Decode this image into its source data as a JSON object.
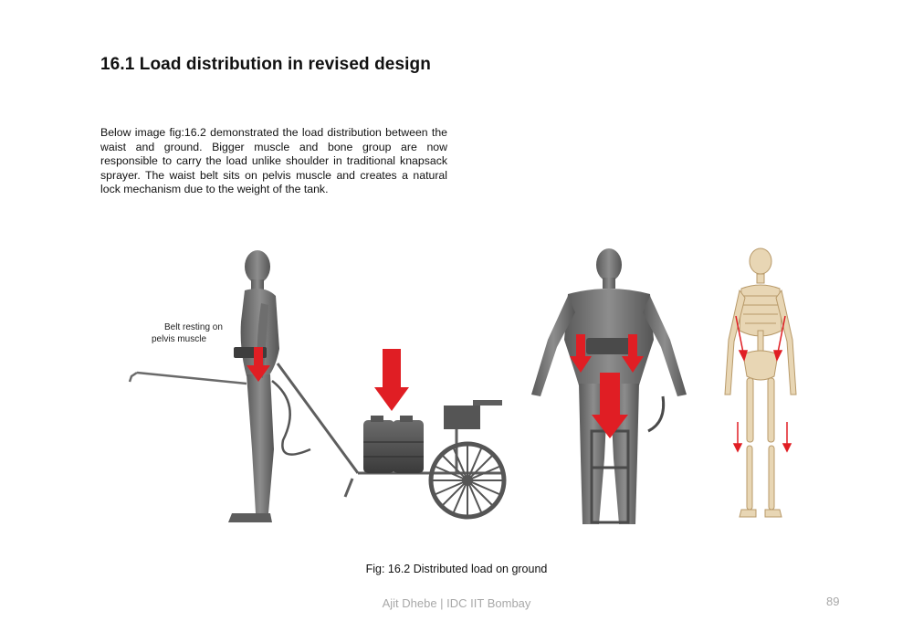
{
  "heading": "16.1 Load distribution in revised design",
  "paragraph": "Below image fig:16.2 demonstrated the load distribution between the waist and ground. Bigger muscle and bone group are now responsible to carry the load unlike shoulder in traditional knapsack sprayer. The waist belt sits on pelvis muscle and creates a natural lock mechanism due to the weight of the tank.",
  "figure": {
    "annotation_line1": "Belt resting on",
    "annotation_line2": "pelvis muscle",
    "caption": "Fig: 16.2 Distributed load on ground"
  },
  "footer": {
    "credit": "Ajit Dhebe | IDC IIT Bombay",
    "page_number": "89"
  },
  "colors": {
    "arrow": "#e01e24",
    "figure_body": "#707070",
    "bone": "#e8d6b4",
    "footer_text": "#a8a8a8"
  }
}
